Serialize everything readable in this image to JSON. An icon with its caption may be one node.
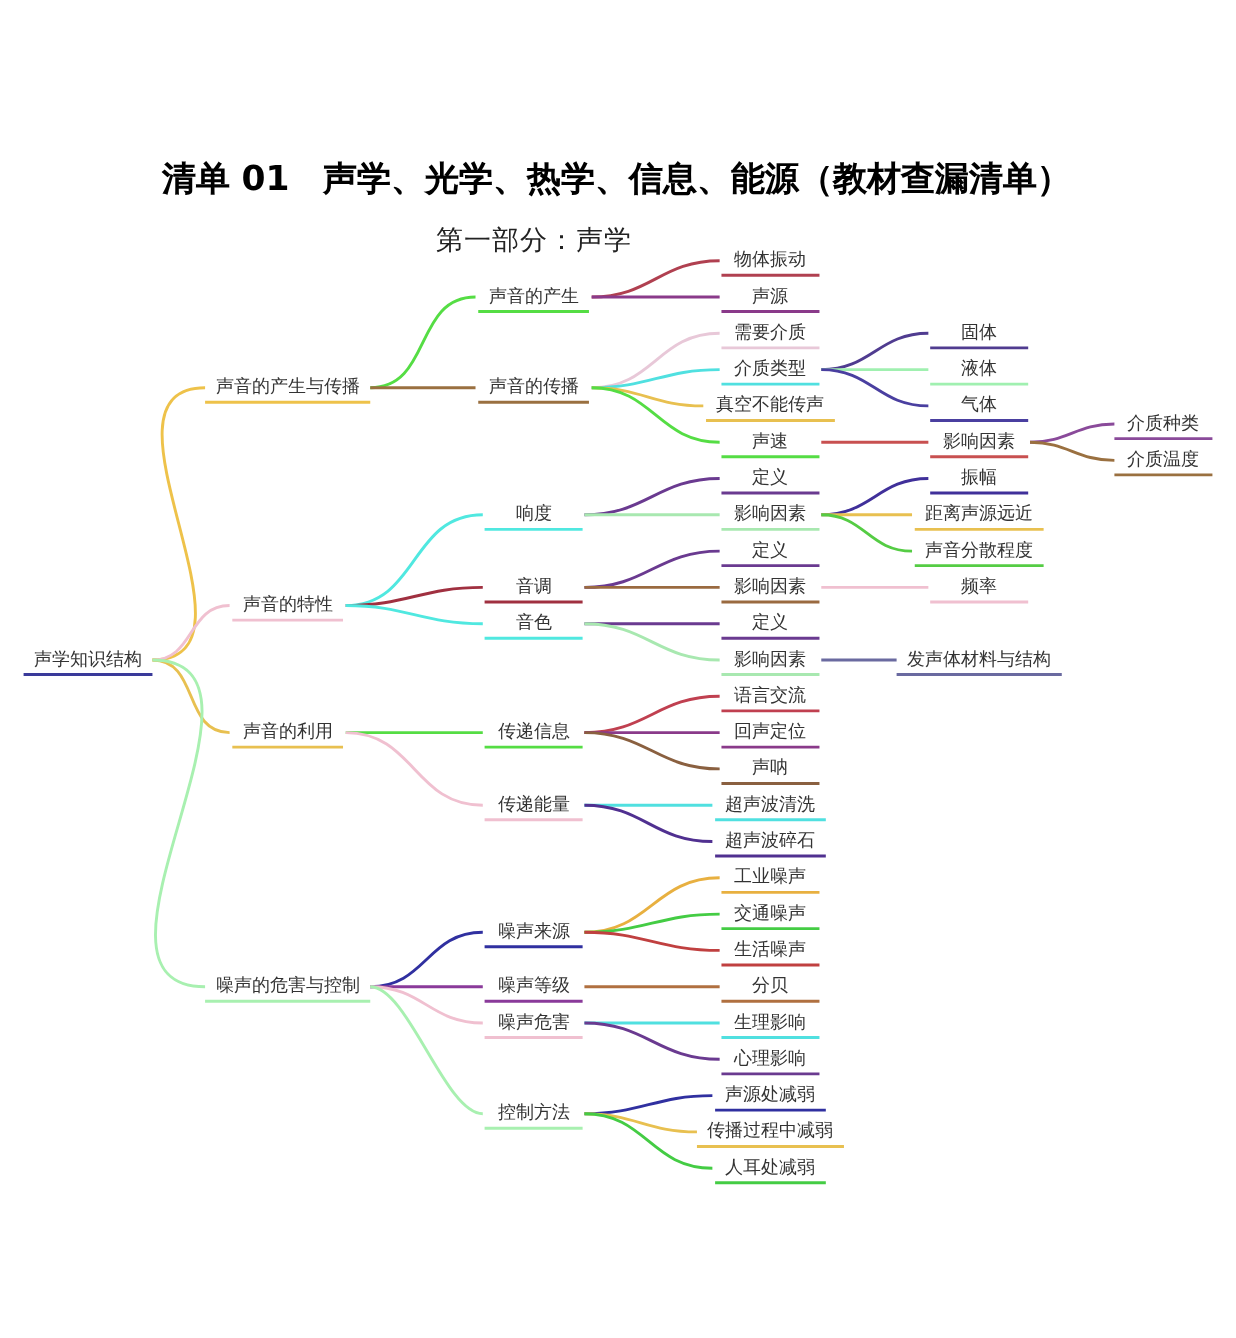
{
  "diagram": {
    "title": "清单 01　声学、光学、热学、信息、能源（教材查漏清单）",
    "nodes": [
      {
        "text": [
          "声学知识结构"
        ]
      },
      {
        "text": [
          "声音的产生与传播"
        ]
      },
      {
        "text": [
          "声音的产生"
        ]
      },
      {
        "text": [
          "物体振动"
        ]
      },
      {
        "text": [
          "声源"
        ]
      },
      {
        "text": [
          "声音的传播"
        ]
      },
      {
        "text": [
          "需要介质"
        ]
      },
      {
        "text": [
          "介质类型"
        ]
      },
      {
        "text": [
          "固体"
        ]
      },
      {
        "text": [
          "液体"
        ]
      },
      {
        "text": [
          "气体"
        ]
      },
      {
        "text": [
          "真空不能传声"
        ]
      },
      {
        "text": [
          "声速"
        ]
      },
      {
        "text": [
          "影响因素"
        ]
      },
      {
        "text": [
          "介质种类"
        ]
      },
      {
        "text": [
          "介质温度"
        ]
      },
      {
        "text": [
          "声音的特性"
        ]
      },
      {
        "text": [
          "响度"
        ]
      },
      {
        "text": [
          "定义"
        ]
      },
      {
        "text": [
          "影响因素"
        ]
      },
      {
        "text": [
          "振幅"
        ]
      },
      {
        "text": [
          "距离声源远近"
        ]
      },
      {
        "text": [
          "声音分散程度"
        ]
      },
      {
        "text": [
          "音调"
        ]
      },
      {
        "text": [
          "定义"
        ]
      },
      {
        "text": [
          "影响因素"
        ]
      },
      {
        "text": [
          "频率"
        ]
      },
      {
        "text": [
          "音色"
        ]
      },
      {
        "text": [
          "定义"
        ]
      },
      {
        "text": [
          "影响因素"
        ]
      },
      {
        "text": [
          "发声体材料与结构"
        ]
      },
      {
        "text": [
          "声音的利用"
        ]
      },
      {
        "text": [
          "传递信息"
        ]
      },
      {
        "text": [
          "语言交流"
        ]
      },
      {
        "text": [
          "回声定位"
        ]
      },
      {
        "text": [
          "声呐"
        ]
      },
      {
        "text": [
          "传递能量"
        ]
      },
      {
        "text": [
          "超声波清洗"
        ]
      },
      {
        "text": [
          "超声波碎石"
        ]
      },
      {
        "text": [
          "噪声的危害与控制"
        ]
      },
      {
        "text": [
          "噪声来源"
        ]
      },
      {
        "text": [
          "工业噪声"
        ]
      },
      {
        "text": [
          "交通噪声"
        ]
      },
      {
        "text": [
          "生活噪声"
        ]
      },
      {
        "text": [
          "噪声等级"
        ]
      },
      {
        "text": [
          "分贝"
        ]
      },
      {
        "text": [
          "噪声危害"
        ]
      },
      {
        "text": [
          "生理影响"
        ]
      },
      {
        "text": [
          "心理影响"
        ]
      },
      {
        "text": [
          "控制方法"
        ]
      },
      {
        "text": [
          "声源处减弱"
        ]
      },
      {
        "text": [
          "传播过程中减弱"
        ]
      },
      {
        "text": [
          "人耳处减弱"
        ]
      }
    ],
    "edges": [
      {
        "from": 0,
        "to": 1,
        "arrow": "none",
        "color": "#eec24a"
      },
      {
        "from": 1,
        "to": 2,
        "arrow": "none",
        "color": "#55dd44"
      },
      {
        "from": 2,
        "to": 3,
        "arrow": "none",
        "color": "#b04050"
      },
      {
        "from": 2,
        "to": 4,
        "arrow": "none",
        "color": "#8a3a8a"
      },
      {
        "from": 1,
        "to": 5,
        "arrow": "none",
        "color": "#9a7040"
      },
      {
        "from": 5,
        "to": 6,
        "arrow": "none",
        "color": "#e8c8d8"
      },
      {
        "from": 5,
        "to": 7,
        "arrow": "none",
        "color": "#50e0e0"
      },
      {
        "from": 7,
        "to": 8,
        "arrow": "none",
        "color": "#503c90"
      },
      {
        "from": 7,
        "to": 9,
        "arrow": "none",
        "color": "#a0f0b0"
      },
      {
        "from": 7,
        "to": 10,
        "arrow": "none",
        "color": "#4a3fa0"
      },
      {
        "from": 5,
        "to": 11,
        "arrow": "none",
        "color": "#e8c050"
      },
      {
        "from": 5,
        "to": 12,
        "arrow": "none",
        "color": "#55dd44"
      },
      {
        "from": 12,
        "to": 13,
        "arrow": "none",
        "color": "#c85050"
      },
      {
        "from": 13,
        "to": 14,
        "arrow": "none",
        "color": "#8a4a9a"
      },
      {
        "from": 13,
        "to": 15,
        "arrow": "none",
        "color": "#9a7040"
      },
      {
        "from": 0,
        "to": 16,
        "arrow": "none",
        "color": "#f0c0d0"
      },
      {
        "from": 16,
        "to": 17,
        "arrow": "none",
        "color": "#50e8e0"
      },
      {
        "from": 17,
        "to": 18,
        "arrow": "none",
        "color": "#6a3a90"
      },
      {
        "from": 17,
        "to": 19,
        "arrow": "none",
        "color": "#a8e8b0"
      },
      {
        "from": 19,
        "to": 20,
        "arrow": "none",
        "color": "#40309a"
      },
      {
        "from": 19,
        "to": 21,
        "arrow": "none",
        "color": "#e8c050"
      },
      {
        "from": 19,
        "to": 22,
        "arrow": "none",
        "color": "#55cc44"
      },
      {
        "from": 16,
        "to": 23,
        "arrow": "none",
        "color": "#a03040"
      },
      {
        "from": 23,
        "to": 24,
        "arrow": "none",
        "color": "#6a3a90"
      },
      {
        "from": 23,
        "to": 25,
        "arrow": "none",
        "color": "#9a6a40"
      },
      {
        "from": 25,
        "to": 26,
        "arrow": "none",
        "color": "#f0c0d0"
      },
      {
        "from": 16,
        "to": 27,
        "arrow": "none",
        "color": "#50e8e0"
      },
      {
        "from": 27,
        "to": 28,
        "arrow": "none",
        "color": "#6a3a90"
      },
      {
        "from": 27,
        "to": 29,
        "arrow": "none",
        "color": "#a8e8b0"
      },
      {
        "from": 29,
        "to": 30,
        "arrow": "none",
        "color": "#6a6aa0"
      },
      {
        "from": 0,
        "to": 31,
        "arrow": "none",
        "color": "#e8c050"
      },
      {
        "from": 31,
        "to": 32,
        "arrow": "none",
        "color": "#55dd44"
      },
      {
        "from": 32,
        "to": 33,
        "arrow": "none",
        "color": "#c04050"
      },
      {
        "from": 32,
        "to": 34,
        "arrow": "none",
        "color": "#8a3a8a"
      },
      {
        "from": 32,
        "to": 35,
        "arrow": "none",
        "color": "#8a6040"
      },
      {
        "from": 31,
        "to": 36,
        "arrow": "none",
        "color": "#f0c0d0"
      },
      {
        "from": 36,
        "to": 37,
        "arrow": "none",
        "color": "#50e0e0"
      },
      {
        "from": 36,
        "to": 38,
        "arrow": "none",
        "color": "#503090"
      },
      {
        "from": 0,
        "to": 39,
        "arrow": "none",
        "color": "#a8f0b0"
      },
      {
        "from": 39,
        "to": 40,
        "arrow": "none",
        "color": "#3030a0"
      },
      {
        "from": 40,
        "to": 41,
        "arrow": "none",
        "color": "#e8b040"
      },
      {
        "from": 40,
        "to": 42,
        "arrow": "none",
        "color": "#44cc44"
      },
      {
        "from": 40,
        "to": 43,
        "arrow": "none",
        "color": "#c04040"
      },
      {
        "from": 39,
        "to": 44,
        "arrow": "none",
        "color": "#8a3a9a"
      },
      {
        "from": 44,
        "to": 45,
        "arrow": "none",
        "color": "#b07040"
      },
      {
        "from": 39,
        "to": 46,
        "arrow": "none",
        "color": "#f0c0d0"
      },
      {
        "from": 46,
        "to": 47,
        "arrow": "none",
        "color": "#50e0e0"
      },
      {
        "from": 46,
        "to": 48,
        "arrow": "none",
        "color": "#6a3a90"
      },
      {
        "from": 39,
        "to": 49,
        "arrow": "none",
        "color": "#a8f0b0"
      },
      {
        "from": 49,
        "to": 50,
        "arrow": "none",
        "color": "#3030a0"
      },
      {
        "from": 49,
        "to": 51,
        "arrow": "none",
        "color": "#e8c050"
      },
      {
        "from": 49,
        "to": 52,
        "arrow": "none",
        "color": "#44cc44"
      }
    ],
    "labels": [
      "第一部分：声学"
    ]
  }
}
